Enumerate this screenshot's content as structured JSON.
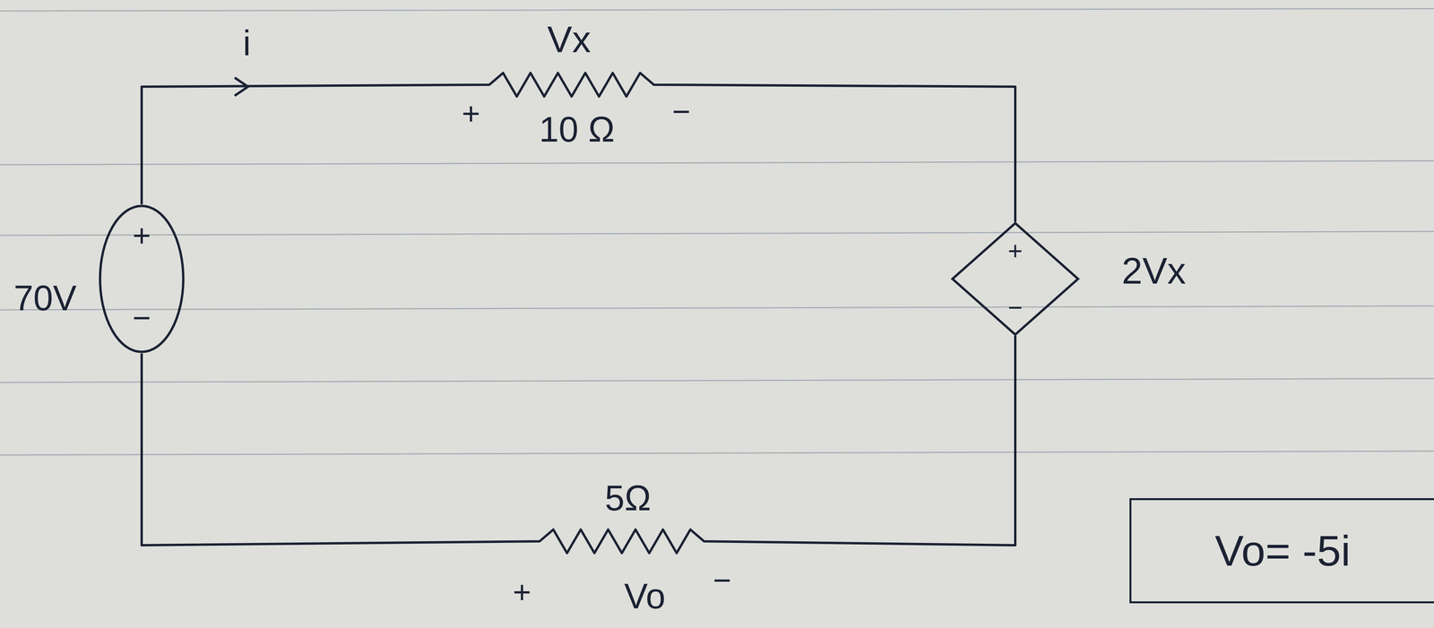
{
  "diagram": {
    "nodes": [
      {
        "text": [
          "+",
          "−"
        ]
      },
      {
        "text": [
          "+",
          "−"
        ]
      },
      {
        "text": [
          "Vo= -5i"
        ]
      }
    ],
    "edges": [
      {
        "from": 0,
        "to": 1,
        "arrow": "none"
      },
      {
        "from": 0,
        "to": 1,
        "arrow": "none"
      }
    ],
    "labels": [
      "i",
      "Vx",
      "+",
      "10 Ω",
      "−",
      "70V",
      "2Vx",
      "5Ω",
      "+",
      "Vo",
      "−"
    ]
  }
}
